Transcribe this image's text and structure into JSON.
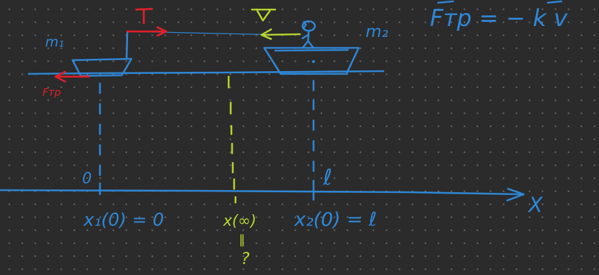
{
  "labels": {
    "mass1": "m₁",
    "mass2": "m₂",
    "tension_left": "T",
    "tension_right": "T",
    "friction_small": "Fтр",
    "friction_formula": "Fтр = − k v",
    "origin": "0",
    "ell_top": "ℓ",
    "x_axis": "X",
    "x1_initial": "x₁(0) = 0",
    "x_infinity": "x(∞)",
    "equals_vertical": "‖",
    "question": "?",
    "x2_initial": "x₂(0) = ℓ"
  },
  "colors": {
    "background": "#2b2b2b",
    "dot_grid": "#6f6f6f",
    "ink_blue": "#2f87d6",
    "ink_red": "#e0202a",
    "ink_green": "#b6d430"
  }
}
